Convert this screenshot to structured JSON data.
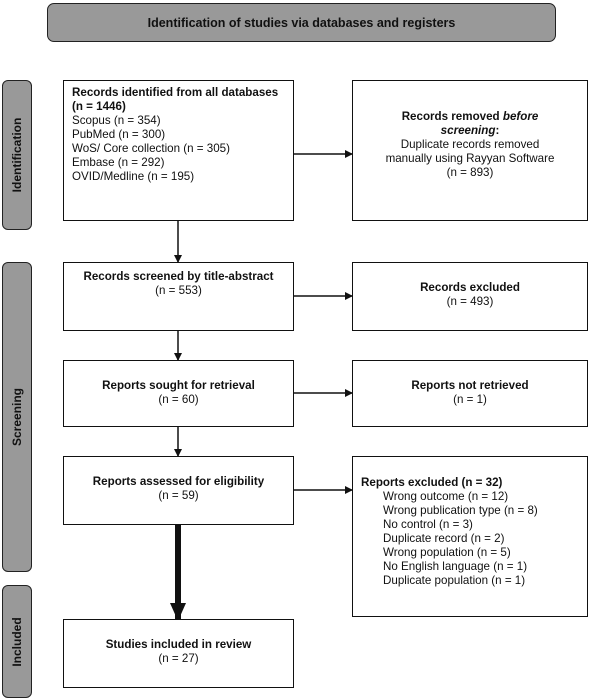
{
  "header": {
    "title": "Identification of studies via databases and registers"
  },
  "phases": {
    "identification": "Identification",
    "screening": "Screening",
    "included": "Included"
  },
  "identified": {
    "title": "Records identified from all databases (n = 1446)",
    "sources": [
      "Scopus (n = 354)",
      "PubMed (n = 300)",
      "WoS/ Core collection (n = 305)",
      "Embase (n = 292)",
      "OVID/Medline (n = 195)"
    ]
  },
  "removed": {
    "title_a": "Records removed ",
    "title_em": "before",
    "title_b": "screening",
    "title_colon": ":",
    "line1": "Duplicate records removed",
    "line2": "manually using Rayyan Software",
    "count": "(n = 893)"
  },
  "screened": {
    "title": "Records screened by title-abstract",
    "count": "(n = 553)"
  },
  "excluded_records": {
    "title": "Records excluded",
    "count": "(n = 493)"
  },
  "sought": {
    "title": "Reports sought for retrieval",
    "count": "(n = 60)"
  },
  "not_retrieved": {
    "title": "Reports not retrieved",
    "count": "(n = 1)"
  },
  "assessed": {
    "title": "Reports assessed for eligibility",
    "count": "(n = 59)"
  },
  "reports_excluded": {
    "title": "Reports excluded (n = 32)",
    "reasons": [
      "Wrong outcome (n = 12)",
      "Wrong publication type (n = 8)",
      "No control (n = 3)",
      "Duplicate record (n = 2)",
      "Wrong population (n = 5)",
      "No English language (n = 1)",
      "Duplicate population (n = 1)"
    ]
  },
  "included": {
    "title": "Studies included in review",
    "count": "(n = 27)"
  }
}
